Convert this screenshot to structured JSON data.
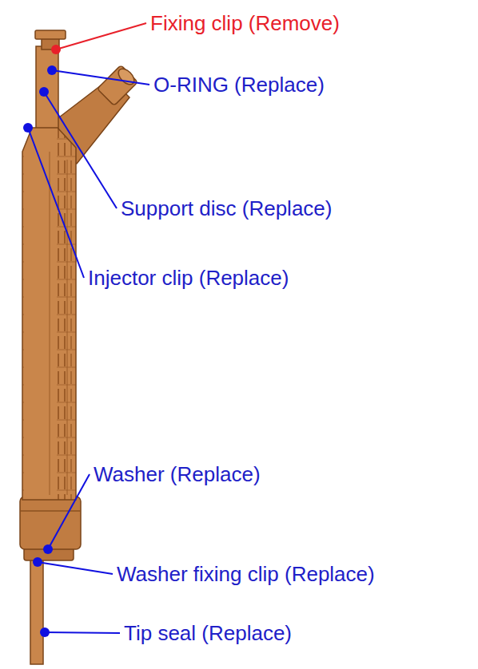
{
  "diagram": {
    "labels": [
      "Fixing clip (Remove)",
      "O-RING (Replace)",
      "Support disc (Replace)",
      "Injector clip (Replace)",
      "Washer (Replace)",
      "Washer fixing clip (Replace)",
      "Tip seal (Replace)"
    ]
  }
}
